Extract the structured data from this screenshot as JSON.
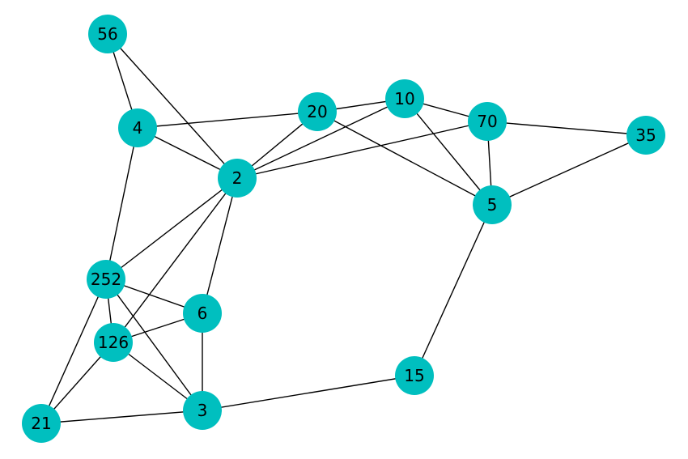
{
  "graph": {
    "node_color": "#00BFBF",
    "edge_color": "#000000",
    "label_color": "#000000",
    "nodes": [
      {
        "id": "56",
        "label": "56"
      },
      {
        "id": "4",
        "label": "4"
      },
      {
        "id": "20",
        "label": "20"
      },
      {
        "id": "10",
        "label": "10"
      },
      {
        "id": "70",
        "label": "70"
      },
      {
        "id": "35",
        "label": "35"
      },
      {
        "id": "2",
        "label": "2"
      },
      {
        "id": "5",
        "label": "5"
      },
      {
        "id": "252",
        "label": "252"
      },
      {
        "id": "6",
        "label": "6"
      },
      {
        "id": "126",
        "label": "126"
      },
      {
        "id": "15",
        "label": "15"
      },
      {
        "id": "21",
        "label": "21"
      },
      {
        "id": "3",
        "label": "3"
      }
    ],
    "edges": [
      [
        "56",
        "4"
      ],
      [
        "56",
        "2"
      ],
      [
        "4",
        "2"
      ],
      [
        "4",
        "20"
      ],
      [
        "4",
        "252"
      ],
      [
        "20",
        "10"
      ],
      [
        "20",
        "2"
      ],
      [
        "20",
        "5"
      ],
      [
        "10",
        "70"
      ],
      [
        "10",
        "2"
      ],
      [
        "10",
        "5"
      ],
      [
        "70",
        "35"
      ],
      [
        "70",
        "5"
      ],
      [
        "70",
        "2"
      ],
      [
        "35",
        "5"
      ],
      [
        "5",
        "15"
      ],
      [
        "2",
        "252"
      ],
      [
        "2",
        "126"
      ],
      [
        "2",
        "6"
      ],
      [
        "252",
        "6"
      ],
      [
        "252",
        "126"
      ],
      [
        "252",
        "3"
      ],
      [
        "252",
        "21"
      ],
      [
        "6",
        "126"
      ],
      [
        "6",
        "3"
      ],
      [
        "126",
        "3"
      ],
      [
        "126",
        "21"
      ],
      [
        "21",
        "3"
      ],
      [
        "3",
        "15"
      ]
    ]
  }
}
